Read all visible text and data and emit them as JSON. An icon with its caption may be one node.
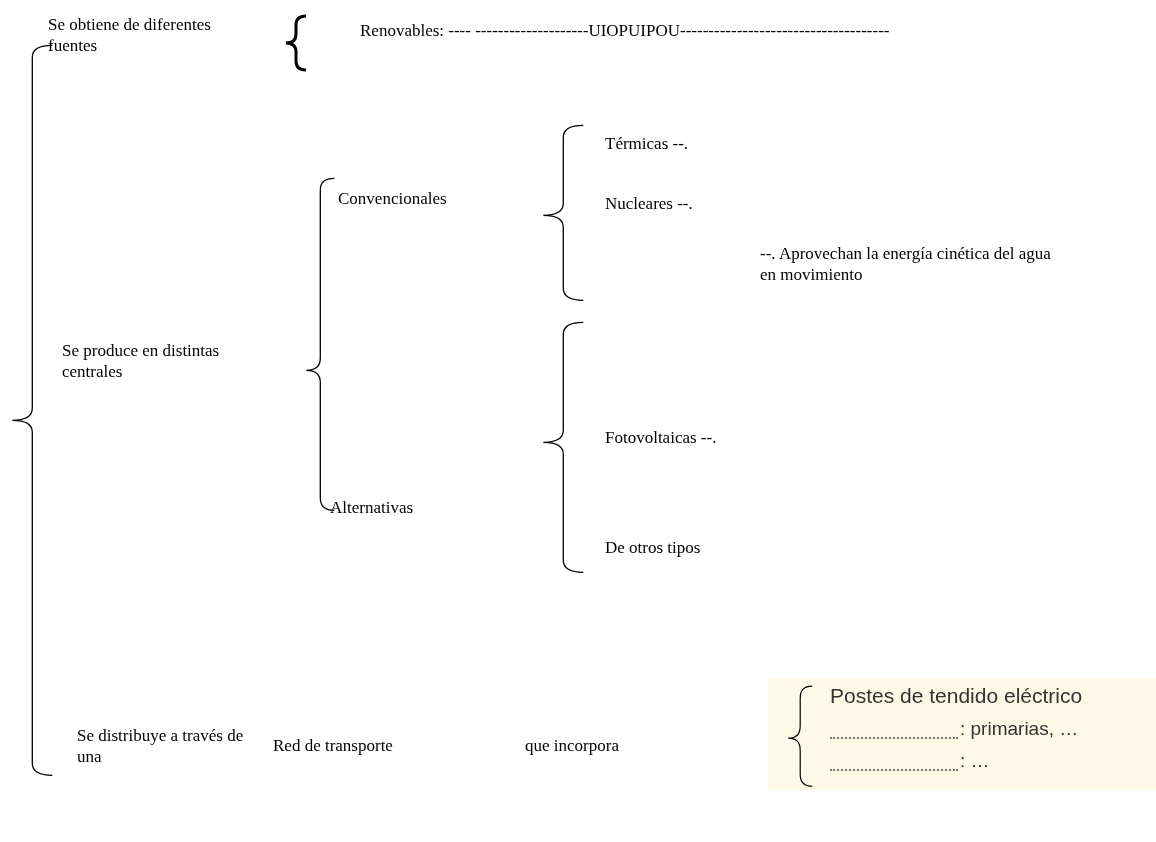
{
  "diagram": {
    "labels": [
      "Se obtiene de diferentes fuentes",
      "Renovables: ---- --------------------UIOPUIPOU-------------------------------------",
      "Térmicas --.",
      "Convencionales",
      "Nucleares --.",
      "--. Aprovechan la energía cinética del agua en movimiento",
      "Se produce en distintas centrales",
      "Fotovoltaicas --.",
      "Alternativas",
      "De otros tipos",
      "Postes de tendido eléctrico",
      "Se distribuye a través de una",
      ": primarias, …",
      "Red de transporte",
      "que incorpora",
      ": …"
    ]
  }
}
